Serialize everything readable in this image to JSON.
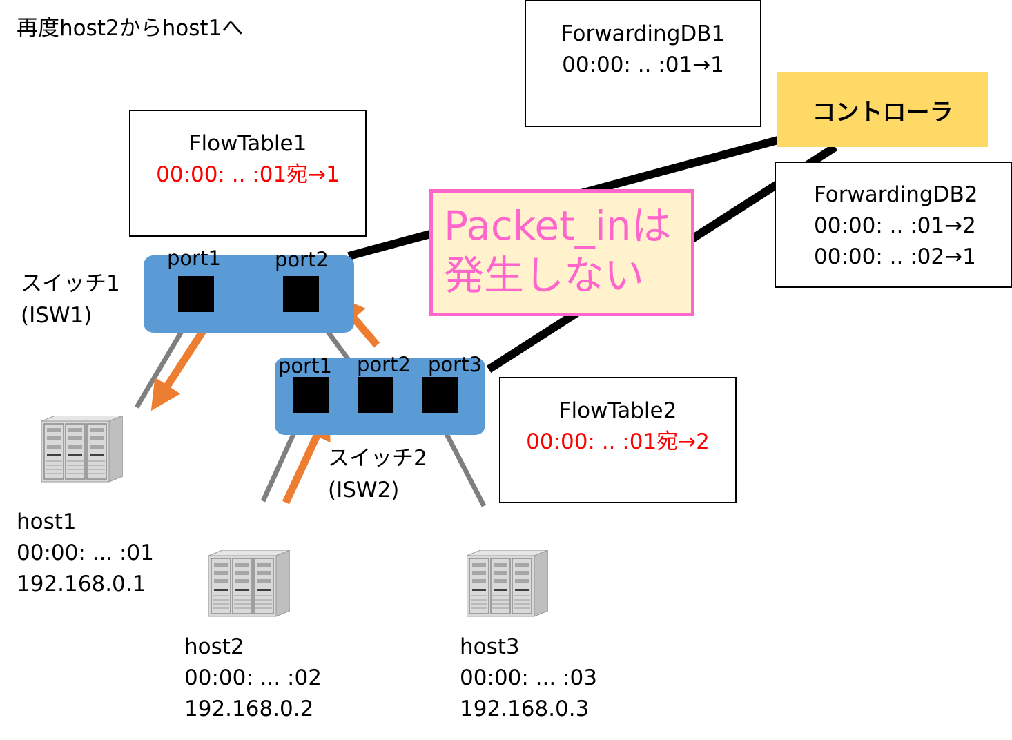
{
  "title": "再度host2からhost1へ",
  "controller": {
    "label": "コントローラ"
  },
  "forwarding_db1": {
    "title": "ForwardingDB1",
    "entries": [
      "00:00: .. :01→1"
    ]
  },
  "forwarding_db2": {
    "title": "ForwardingDB2",
    "entries": [
      "00:00: .. :01→2",
      "00:00: .. :02→1"
    ]
  },
  "flow_table1": {
    "title": "FlowTable1",
    "entry": "00:00: .. :01宛→1"
  },
  "flow_table2": {
    "title": "FlowTable2",
    "entry": "00:00: .. :01宛→2"
  },
  "callout": {
    "line1": "Packet_inは",
    "line2": "発生しない"
  },
  "switch1": {
    "name": "スイッチ1",
    "id": "(ISW1)",
    "ports": [
      "port1",
      "port2"
    ]
  },
  "switch2": {
    "name": "スイッチ2",
    "id": "(ISW2)",
    "ports": [
      "port1",
      "port2",
      "port3"
    ]
  },
  "hosts": [
    {
      "name": "host1",
      "mac": "00:00: ... :01",
      "ip": "192.168.0.1"
    },
    {
      "name": "host2",
      "mac": "00:00: ... :02",
      "ip": "192.168.0.2"
    },
    {
      "name": "host3",
      "mac": "00:00: ... :03",
      "ip": "192.168.0.3"
    }
  ],
  "colors": {
    "switch": "#5b9bd5",
    "controller": "#ffd966",
    "arrow": "#ed7d31",
    "link": "#7f7f7f",
    "callout_border": "#ff66cc",
    "callout_fill": "#fff2cc",
    "flow_entry": "#ff0000"
  }
}
